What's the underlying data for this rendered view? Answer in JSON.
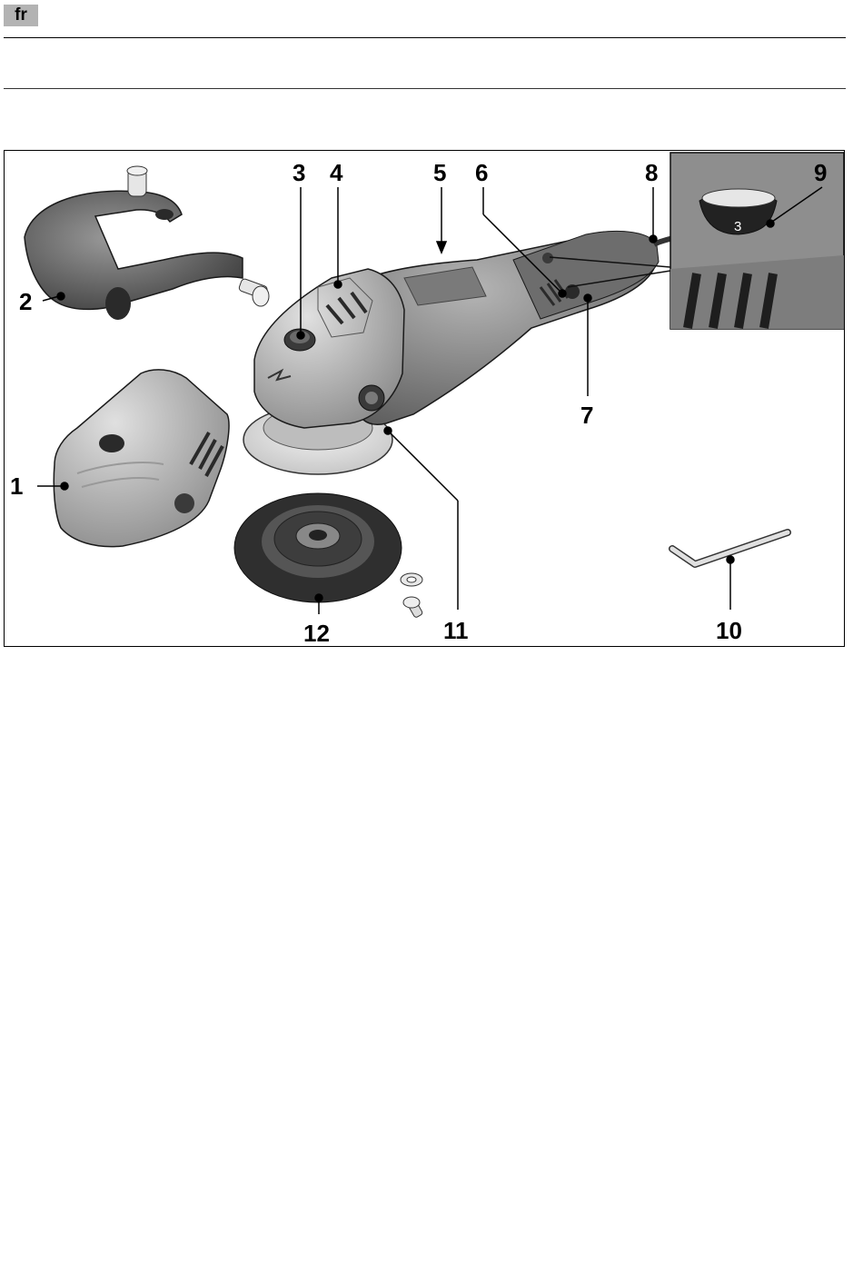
{
  "header": {
    "language_code": "fr"
  },
  "figure": {
    "callouts": [
      "1",
      "2",
      "3",
      "4",
      "5",
      "6",
      "7",
      "8",
      "9",
      "10",
      "11",
      "12"
    ],
    "inset_dial_value": "3"
  },
  "colors": {
    "tag_background": "#b3b3b3",
    "tool_body": "#8c8c8c",
    "tool_dark": "#4a4a4a",
    "tool_light": "#d9d9d9"
  }
}
